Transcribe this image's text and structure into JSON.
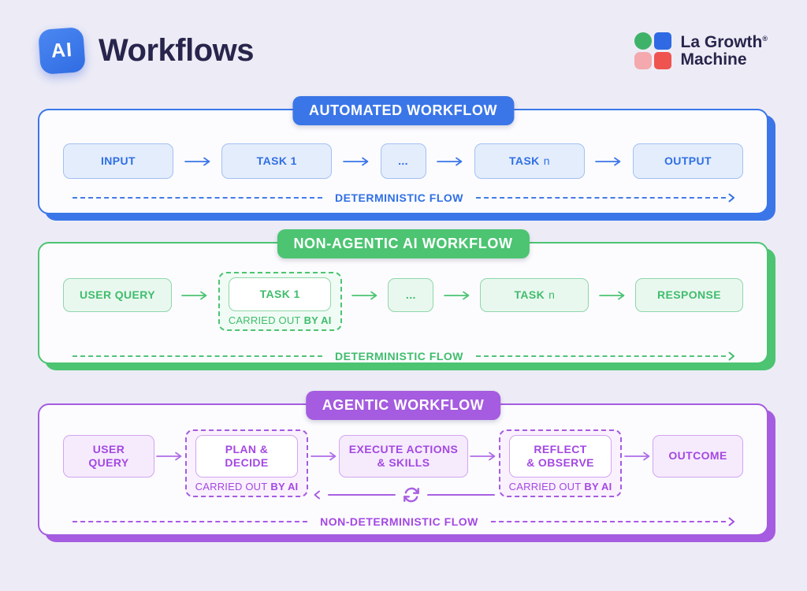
{
  "header": {
    "app_badge": "AI",
    "title": "Workflows",
    "brand": {
      "name_line1": "La Growth",
      "name_line2": "Machine",
      "registered_mark": "®"
    }
  },
  "automated": {
    "title": "AUTOMATED WORKFLOW",
    "nodes": {
      "input": "INPUT",
      "task1": "TASK 1",
      "dots": "...",
      "taskn_word": "TASK",
      "taskn_sub": "n",
      "output": "OUTPUT"
    },
    "flow_label": "DETERMINISTIC FLOW"
  },
  "non_agentic": {
    "title": "NON-AGENTIC AI WORKFLOW",
    "nodes": {
      "user_query": "USER QUERY",
      "task1": "TASK 1",
      "dots": "...",
      "taskn_word": "TASK",
      "taskn_sub": "n",
      "response": "RESPONSE"
    },
    "carried_out": "CARRIED OUT",
    "by_ai": "BY AI",
    "flow_label": "DETERMINISTIC FLOW"
  },
  "agentic": {
    "title": "AGENTIC WORKFLOW",
    "nodes": {
      "user_query": "USER\nQUERY",
      "plan": "PLAN &\nDECIDE",
      "execute": "EXECUTE ACTIONS\n& SKILLS",
      "reflect": "REFLECT\n& OBSERVE",
      "outcome": "OUTCOME"
    },
    "carried_out": "CARRIED OUT",
    "by_ai": "BY AI",
    "flow_label": "NON-DETERMINISTIC FLOW"
  },
  "icons": {
    "right_arrow": "→",
    "flow_chevron": "›",
    "loop_left_arrow": "←",
    "refresh_cycle": "⟳"
  },
  "colors": {
    "background": "#EDECF6",
    "card": "#FCFCFF",
    "ink": "#28254C",
    "blue": "#3B76E8",
    "blue-text": "#2F6FE4",
    "blue-fill": "#E4EDFC",
    "blue-border": "#A3C0F2",
    "green": "#4CC472",
    "green-text": "#3FBD6C",
    "green-fill": "#E9F8EF",
    "green-border": "#8FD6A9",
    "purple": "#A55CE0",
    "purple-text": "#A348E2",
    "purple-fill": "#F6EBFD",
    "purple-border": "#D2A4F1"
  }
}
